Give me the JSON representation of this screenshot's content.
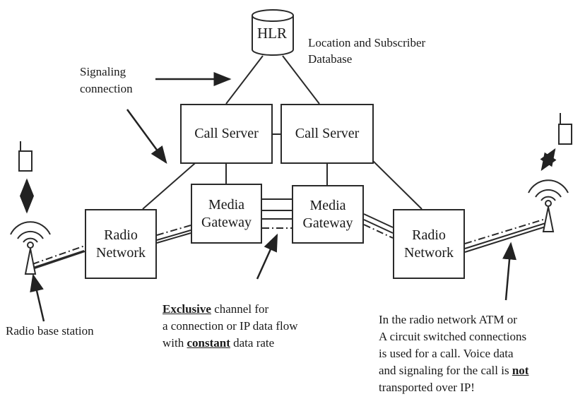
{
  "hlr": {
    "label": "HLR",
    "caption_line1": "Location and Subscriber",
    "caption_line2": "Database"
  },
  "signaling": {
    "line1": "Signaling",
    "line2": "connection"
  },
  "call_servers": [
    {
      "label": "Call Server"
    },
    {
      "label": "Call Server"
    }
  ],
  "media_gateways": [
    {
      "line1": "Media",
      "line2": "Gateway"
    },
    {
      "line1": "Media",
      "line2": "Gateway"
    }
  ],
  "radio_networks": [
    {
      "line1": "Radio",
      "line2": "Network"
    },
    {
      "line1": "Radio",
      "line2": "Network"
    }
  ],
  "base_station_label": "Radio base station",
  "channel_note": {
    "l1_em": "Exclusive",
    "l1_rest": " channel for",
    "l2": "a connection or IP data flow",
    "l3_pre": "with ",
    "l3_em": "constant",
    "l3_rest": " data rate"
  },
  "radio_note": {
    "l1": "In the radio network ATM or",
    "l2": "A circuit switched connections",
    "l3": "is used for a call. Voice data",
    "l4_pre": "and signaling for the call is ",
    "l4_em": "not",
    "l5": "transported over IP!"
  },
  "icons": [
    "database-icon",
    "mobile-phone-icon",
    "antenna-icon",
    "arrow-icon"
  ]
}
